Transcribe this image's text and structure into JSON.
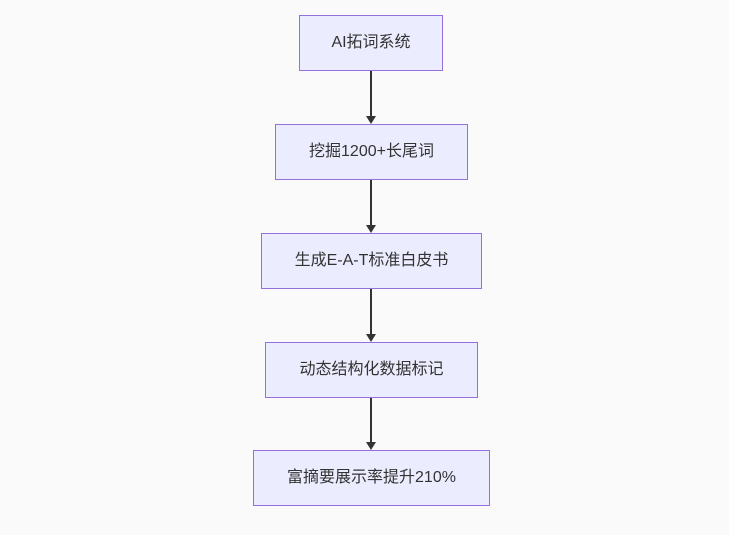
{
  "flowchart": {
    "direction": "top-down",
    "colors": {
      "background": "#fafafa",
      "node_fill": "#ECECFF",
      "node_border": "#9370DB",
      "edge_color": "#333333",
      "text_color": "#333333"
    },
    "nodes": [
      {
        "label": "AI拓词系统"
      },
      {
        "label": "挖掘1200+长尾词"
      },
      {
        "label": "生成E-A-T标准白皮书"
      },
      {
        "label": "动态结构化数据标记"
      },
      {
        "label": "富摘要展示率提升210%"
      }
    ],
    "edges": [
      {
        "from": 0,
        "to": 1
      },
      {
        "from": 1,
        "to": 2
      },
      {
        "from": 2,
        "to": 3
      },
      {
        "from": 3,
        "to": 4
      }
    ]
  }
}
